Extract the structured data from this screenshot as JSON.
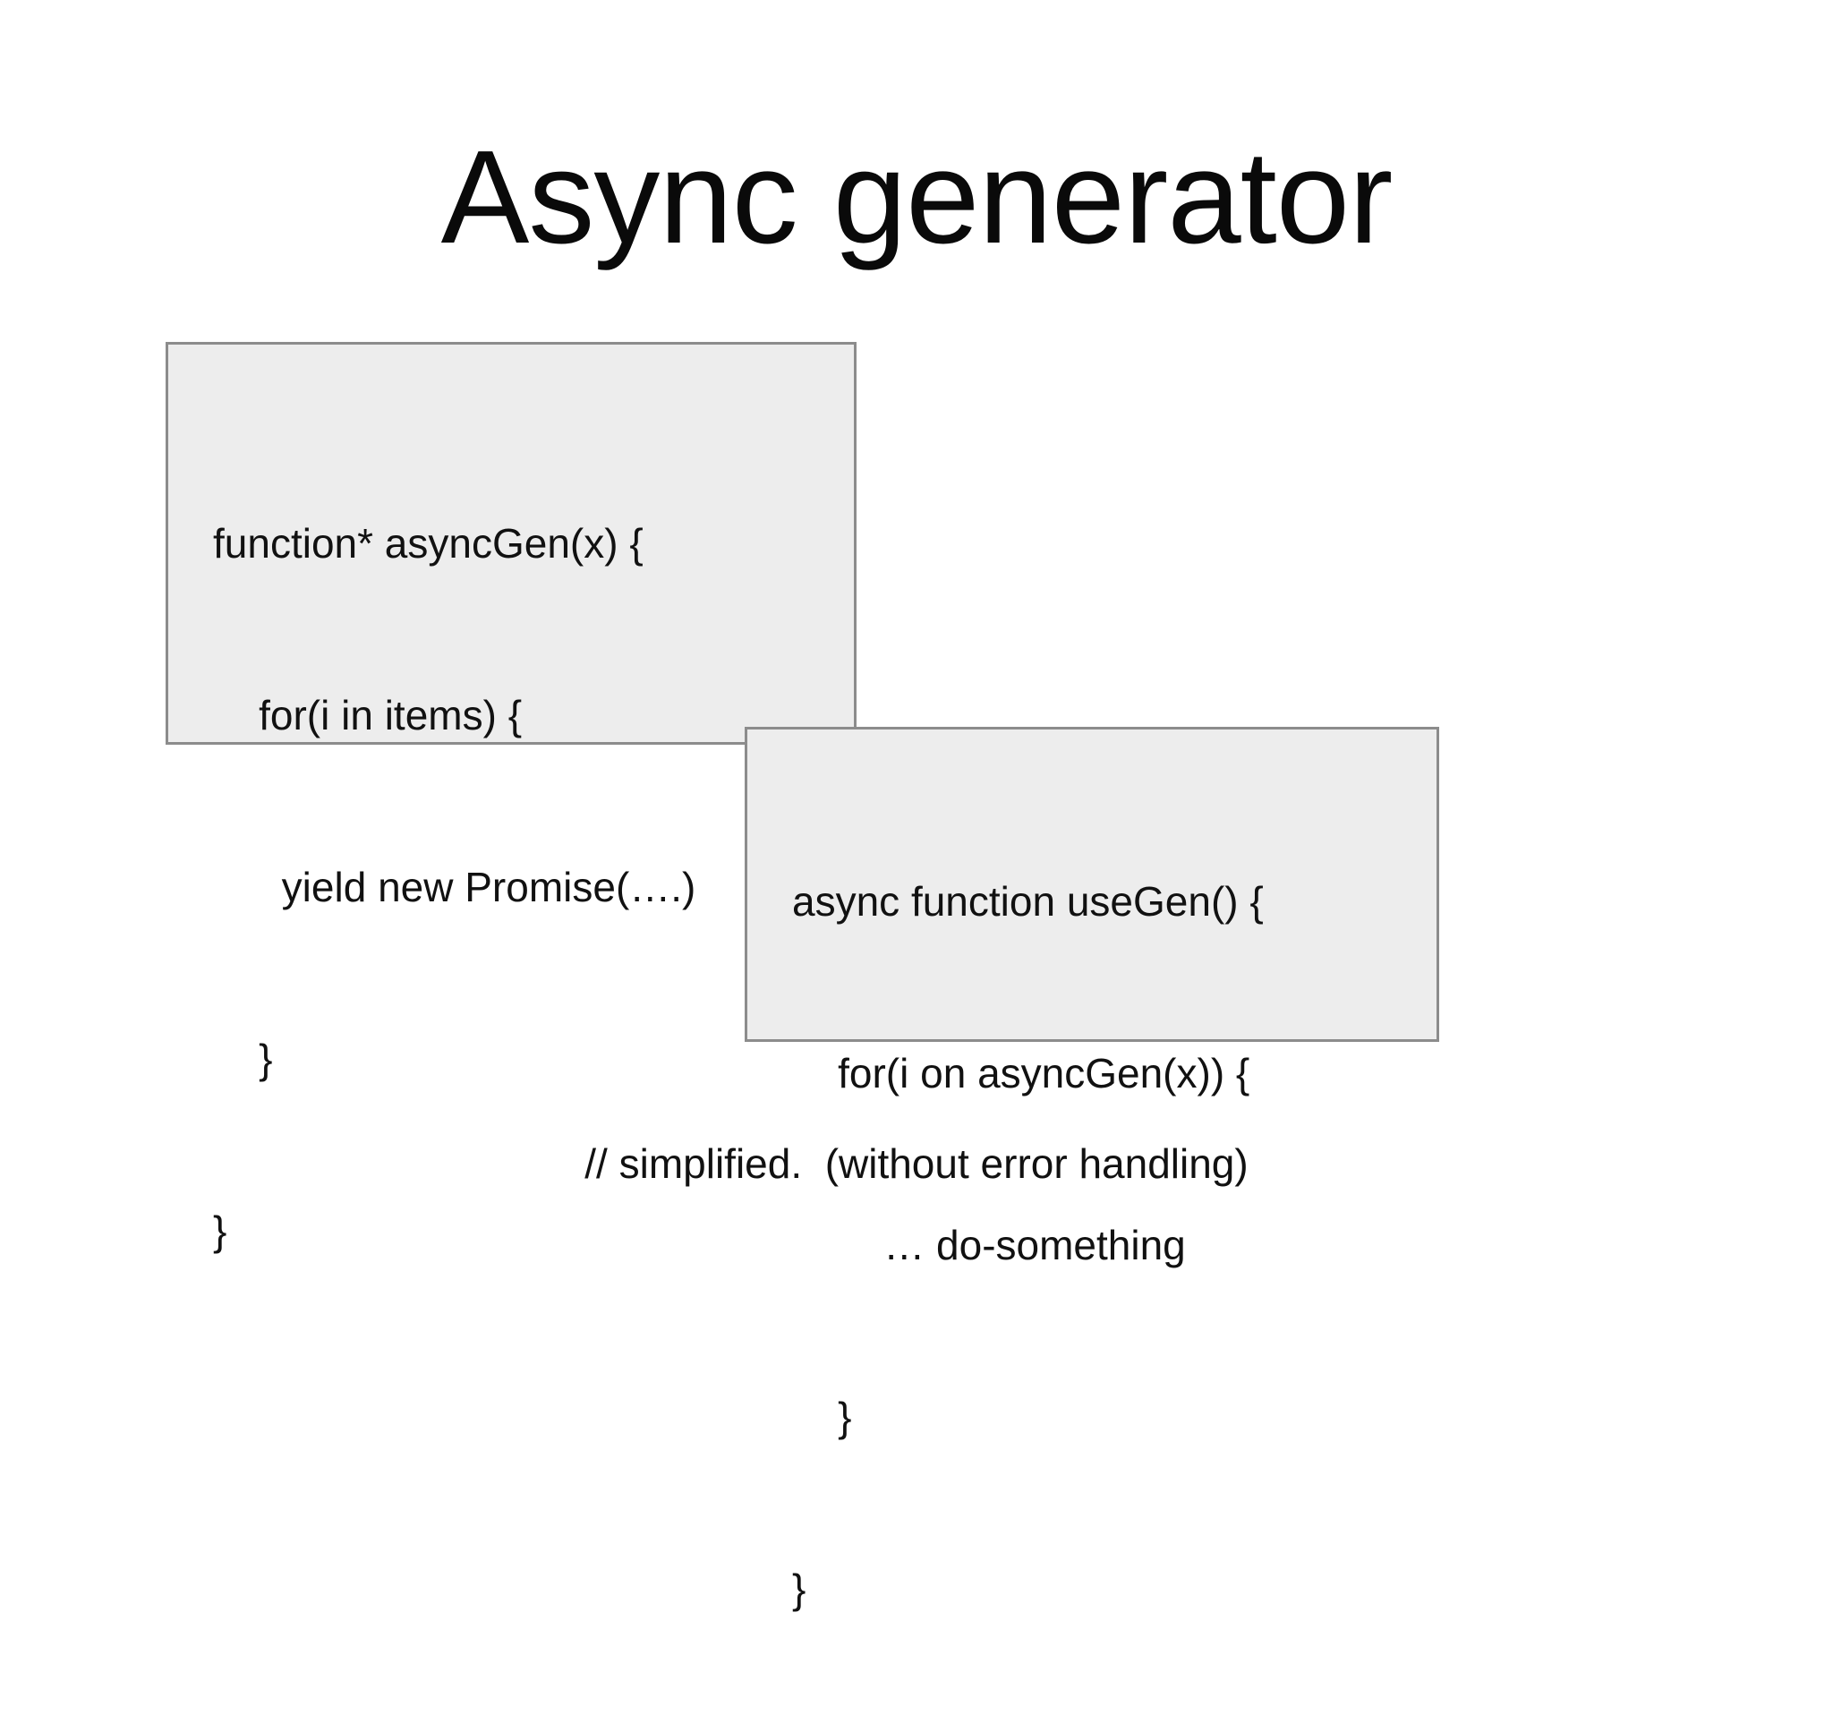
{
  "slide": {
    "title": "Async generator",
    "background_color": "#ffffff",
    "text_color": "#111111"
  },
  "code_boxes": [
    {
      "id": "code-box-1",
      "fill_color": "#ededed",
      "border_color": "#8c8c8c",
      "lines": [
        "function* asyncGen(x) {",
        "    for(i in items) {",
        "      yield new Promise(….)",
        "    }",
        "}"
      ]
    },
    {
      "id": "code-box-2",
      "fill_color": "#ededed",
      "border_color": "#8c8c8c",
      "lines": [
        "async function useGen() {",
        "    for(i on asyncGen(x)) {",
        "        … do-something",
        "    }",
        "}"
      ]
    }
  ],
  "caption": {
    "text": "// simplified.  (without error handling)"
  }
}
